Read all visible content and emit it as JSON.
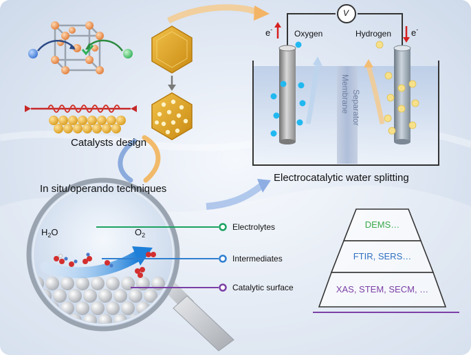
{
  "labels": {
    "catalysts_design": "Catalysts design",
    "in_situ": "In situ/operando techniques",
    "water_splitting": "Electrocatalytic water splitting",
    "oxygen": "Oxygen",
    "hydrogen": "Hydrogen",
    "electron_left": "e",
    "electron_right": "e",
    "electron_left_sup": "-",
    "electron_right_sup": "-",
    "voltmeter": "V",
    "membrane": "Membrane",
    "separator": "Separator",
    "h2o": "H",
    "h2o_sub": "2",
    "h2o_tail": "O",
    "o2": "O",
    "o2_sub": "2",
    "electrolytes": "Electrolytes",
    "intermediates": "Intermediates",
    "catalytic_surface": "Catalytic surface"
  },
  "pyramid": {
    "tier1": "DEMS…",
    "tier2": "FTIR, SERS…",
    "tier3": "XAS, STEM, SECM, …"
  },
  "colors": {
    "electrolytes": "#1aa260",
    "intermediates": "#2f7fd0",
    "catalytic_surface": "#7b3fa6",
    "tier1_text": "#3aa84a",
    "tier2_text": "#2f6fc0",
    "tier3_text": "#7b3fa6",
    "oxygen_bubble": "#21b8f0",
    "hydrogen_bubble": "#f6e08a"
  }
}
